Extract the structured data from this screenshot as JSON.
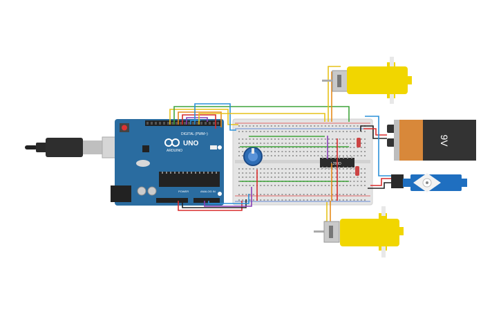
{
  "arduino": {
    "brand": "ARDUINO",
    "model": "UNO",
    "digital_label": "DIGITAL (PWM~)",
    "power_label": "POWER",
    "analog_label": "ANALOG IN"
  },
  "driver_chip": {
    "label": "L293D"
  },
  "battery": {
    "label": "9V"
  },
  "colors": {
    "board": "#2a6ca0",
    "breadboard": "#e4e4e4",
    "motor": "#f1d600",
    "battery_body": "#333333",
    "battery_top": "#d8883a",
    "servo": "#1f6fc0",
    "pot": "#2e6db5",
    "wire_red": "#d92b2b",
    "wire_black": "#222222",
    "wire_green": "#3fa43a",
    "wire_yellow": "#e6c21a",
    "wire_orange": "#e68a1a",
    "wire_blue": "#2a90d8",
    "wire_purple": "#8a3fb5"
  }
}
